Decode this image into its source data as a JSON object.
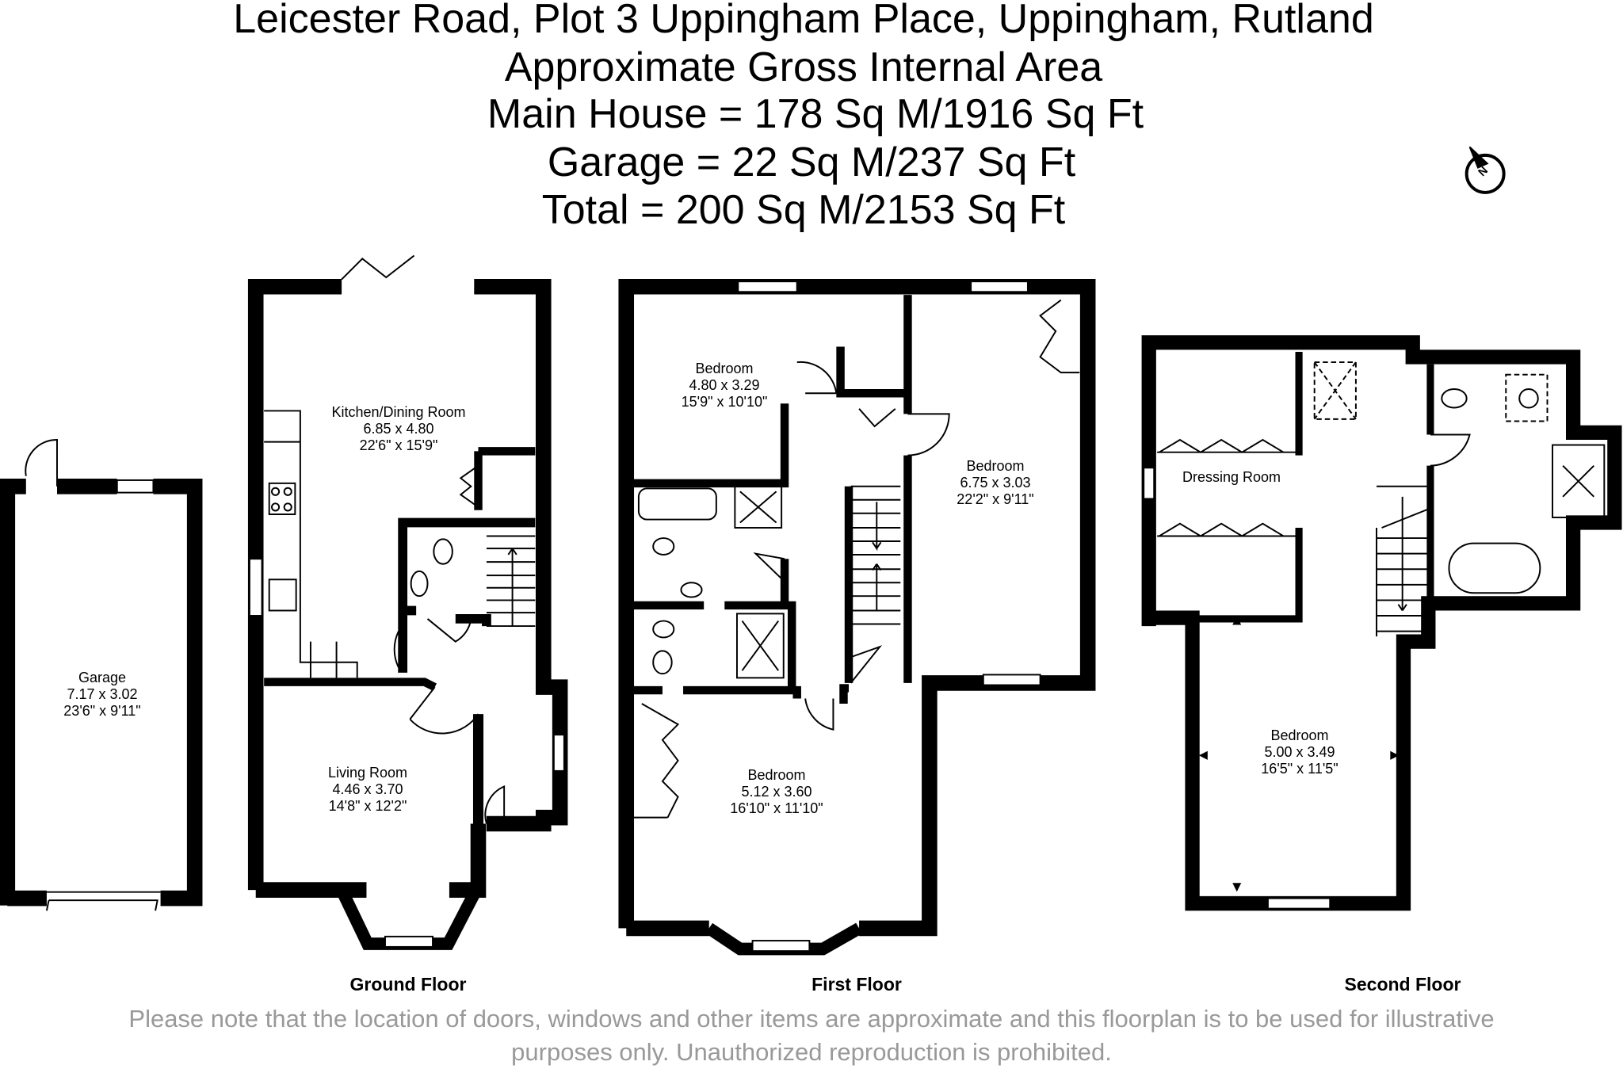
{
  "header": {
    "address": "Leicester Road, Plot 3 Uppingham Place, Uppingham, Rutland",
    "subtitle": "Approximate Gross Internal Area",
    "main_house": "Main House = 178 Sq M/1916 Sq Ft",
    "garage": "Garage = 22 Sq M/237 Sq Ft",
    "total": "Total = 200 Sq M/2153 Sq Ft"
  },
  "compass": {
    "label": "N",
    "icon": "north-compass-icon"
  },
  "floors": {
    "ground": {
      "label": "Ground Floor",
      "rooms": [
        {
          "name": "Garage",
          "metric": "7.17 x 3.02",
          "imperial": "23'6\" x 9'11\""
        },
        {
          "name": "Kitchen/Dining Room",
          "metric": "6.85 x 4.80",
          "imperial": "22'6\" x 15'9\""
        },
        {
          "name": "Living Room",
          "metric": "4.46 x 3.70",
          "imperial": "14'8\" x 12'2\""
        }
      ]
    },
    "first": {
      "label": "First Floor",
      "rooms": [
        {
          "name": "Bedroom",
          "metric": "4.80 x 3.29",
          "imperial": "15'9\" x 10'10\""
        },
        {
          "name": "Bedroom",
          "metric": "6.75 x 3.03",
          "imperial": "22'2\" x 9'11\""
        },
        {
          "name": "Bedroom",
          "metric": "5.12 x 3.60",
          "imperial": "16'10\" x 11'10\""
        }
      ]
    },
    "second": {
      "label": "Second Floor",
      "rooms": [
        {
          "name": "Dressing Room"
        },
        {
          "name": "Bedroom",
          "metric": "5.00 x 3.49",
          "imperial": "16'5\" x 11'5\""
        }
      ]
    }
  },
  "disclaimer": {
    "line1": "Please note that the location of doors, windows and other items are approximate and this floorplan is to be used for illustrative",
    "line2": "purposes only. Unauthorized reproduction is prohibited."
  }
}
